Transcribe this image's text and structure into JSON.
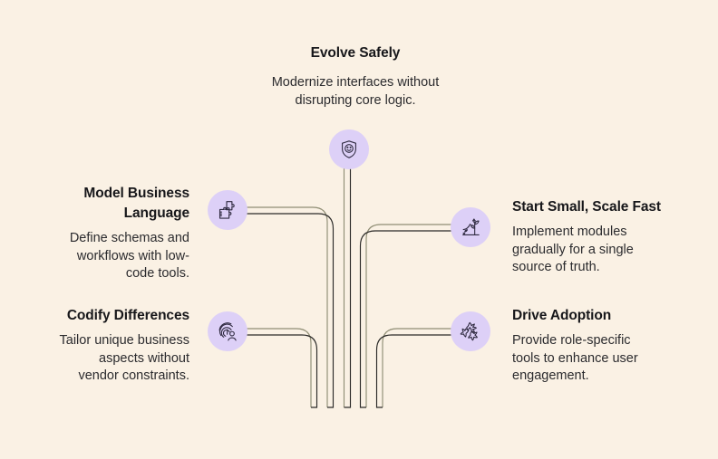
{
  "theme": {
    "background": "#faf1e4",
    "bubble_fill": "#ddd0f7",
    "wire_dark": "#2b2a28",
    "wire_olive": "#8f8d74",
    "title_color": "#17171a",
    "body_color": "#2b2b2e"
  },
  "nodes": {
    "top": {
      "position": "top-center",
      "title": "Evolve Safely",
      "description": "Modernize interfaces without\ndisrupting core logic.",
      "icon": "shield-smiley-icon"
    },
    "left_upper": {
      "position": "left-upper",
      "title": "Model Business\nLanguage",
      "description": "Define schemas and\nworkflows with low-\ncode tools.",
      "icon": "puzzle-piece-icon"
    },
    "left_lower": {
      "position": "left-lower",
      "title": "Codify Differences",
      "description": "Tailor unique business\naspects without\nvendor  constraints.",
      "icon": "fingerprint-user-icon"
    },
    "right_upper": {
      "position": "right-upper",
      "title": "Start Small, Scale Fast",
      "description": "Implement modules\ngradually for a single\nsource of truth.",
      "icon": "plant-growth-chart-icon"
    },
    "right_lower": {
      "position": "right-lower",
      "title": "Drive Adoption",
      "description": "Provide role-specific\ntools to enhance user\nengagement.",
      "icon": "helping-hands-icon"
    }
  }
}
